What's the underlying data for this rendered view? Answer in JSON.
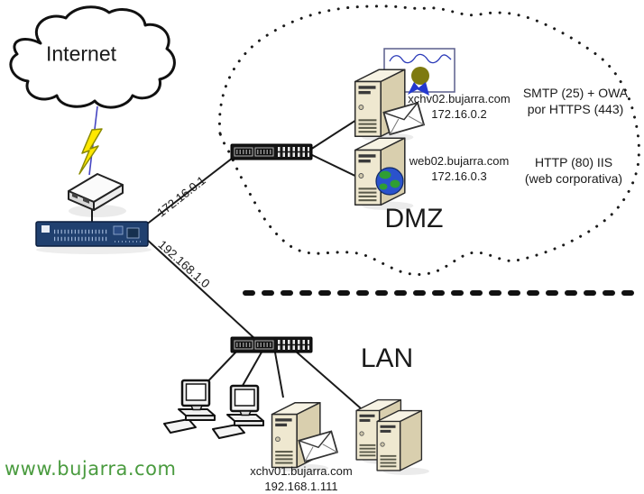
{
  "diagram": {
    "internet_label": "Internet",
    "links": {
      "wan_ip_label": "172.16.0.1",
      "lan_subnet_label": "192.168.1.0"
    },
    "zones": {
      "dmz": {
        "label": "DMZ",
        "servers": [
          {
            "name": "xchv02.bujarra.com",
            "ip": "172.16.0.2",
            "service_lines": [
              "SMTP (25) + OWA",
              "por HTTPS (443)"
            ]
          },
          {
            "name": "web02.bujarra.com",
            "ip": "172.16.0.3",
            "service_lines": [
              "HTTP (80) IIS",
              "(web corporativa)"
            ]
          }
        ]
      },
      "lan": {
        "label": "LAN",
        "servers": [
          {
            "name": "xchv01.bujarra.com",
            "ip": "192.168.1.111"
          }
        ]
      }
    },
    "watermark": "www.bujarra.com",
    "colors": {
      "watermark_green": "#4a9b3f",
      "firewall_navy": "#20406f",
      "server_beige": "#efe8d0",
      "lightning_yellow": "#ffe800",
      "globe_blue": "#2a52cc",
      "seal_gold": "#7e7a10",
      "ribbon_blue": "#2438cf"
    }
  }
}
